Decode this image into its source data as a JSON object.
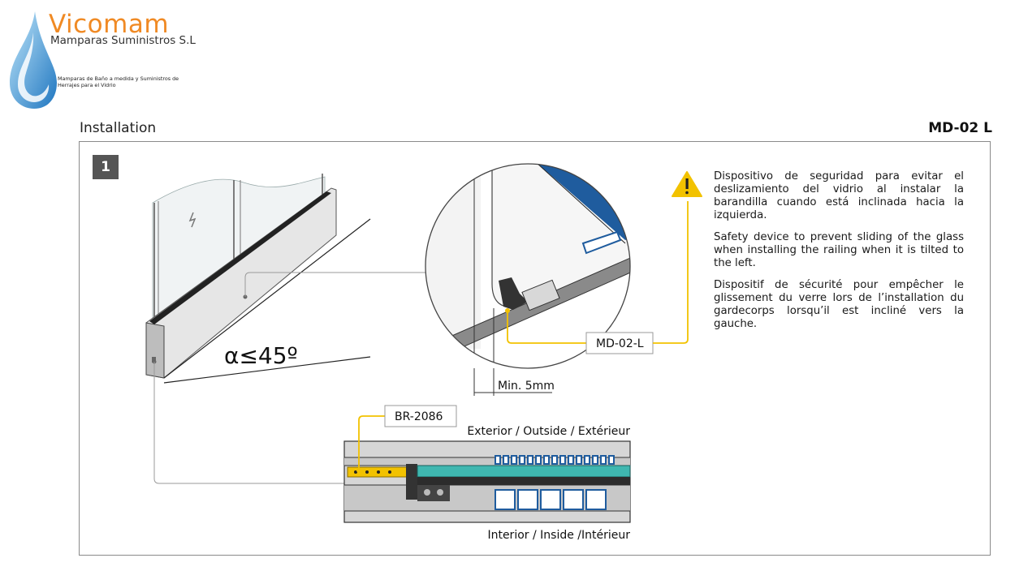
{
  "brand": {
    "name": "Vicomam",
    "subtitle": "Mamparas Suministros S.L",
    "description": "Mamparas de Baño a medida y Suministros de Herrajes para el Vidrio"
  },
  "header": {
    "section_title": "Installation",
    "product_code": "MD-02 L"
  },
  "step": {
    "number": "1"
  },
  "diagram": {
    "angle_label": "α≤45º",
    "part_label": "MD-02-L",
    "min_label": "Min. 5mm",
    "profile_label": "BR-2086",
    "exterior_label": "Exterior / Outside / Extérieur",
    "interior_label": "Interior / Inside /Intérieur"
  },
  "warning": {
    "icon": "warning-triangle-icon",
    "text_es": "Dispositivo de seguridad para evitar el deslizamiento del vidrio al instalar la barandilla cuando está inclinada hacia la izquierda.",
    "text_en": "Safety device to prevent sliding of the glass when installing the railing when it is tilted to the left.",
    "text_fr": "Dispositif de sécurité pour empêcher le glissement du verre lors de l’installation du gardecorps lorsqu’il est incliné vers la gauche."
  },
  "colors": {
    "brand_orange": "#f08a24",
    "drop_blue": "#2a7fc4",
    "callout_yellow": "#f2c200",
    "glass_teal": "#3fb7b0",
    "profile_blue": "#1f5c9e"
  }
}
